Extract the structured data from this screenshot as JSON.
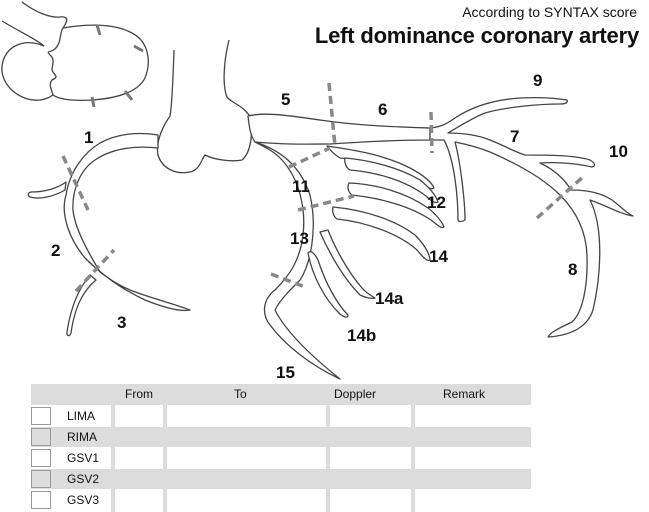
{
  "header": {
    "subtitle": "According to SYNTAX score",
    "title": "Left dominance coronary artery"
  },
  "segments": [
    {
      "id": "1",
      "label": "1"
    },
    {
      "id": "2",
      "label": "2"
    },
    {
      "id": "3",
      "label": "3"
    },
    {
      "id": "5",
      "label": "5"
    },
    {
      "id": "6",
      "label": "6"
    },
    {
      "id": "7",
      "label": "7"
    },
    {
      "id": "8",
      "label": "8"
    },
    {
      "id": "9",
      "label": "9"
    },
    {
      "id": "10",
      "label": "10"
    },
    {
      "id": "11",
      "label": "11"
    },
    {
      "id": "12",
      "label": "12"
    },
    {
      "id": "13",
      "label": "13"
    },
    {
      "id": "14",
      "label": "14"
    },
    {
      "id": "14a",
      "label": "14a"
    },
    {
      "id": "14b",
      "label": "14b"
    },
    {
      "id": "15",
      "label": "15"
    }
  ],
  "graft_table": {
    "columns": [
      "From",
      "To",
      "Doppler",
      "Remark"
    ],
    "rows": [
      {
        "label": "LIMA",
        "checked": false,
        "shaded": false
      },
      {
        "label": "RIMA",
        "checked": false,
        "shaded": true
      },
      {
        "label": "GSV1",
        "checked": false,
        "shaded": false
      },
      {
        "label": "GSV2",
        "checked": false,
        "shaded": true
      },
      {
        "label": "GSV3",
        "checked": false,
        "shaded": false
      }
    ]
  }
}
